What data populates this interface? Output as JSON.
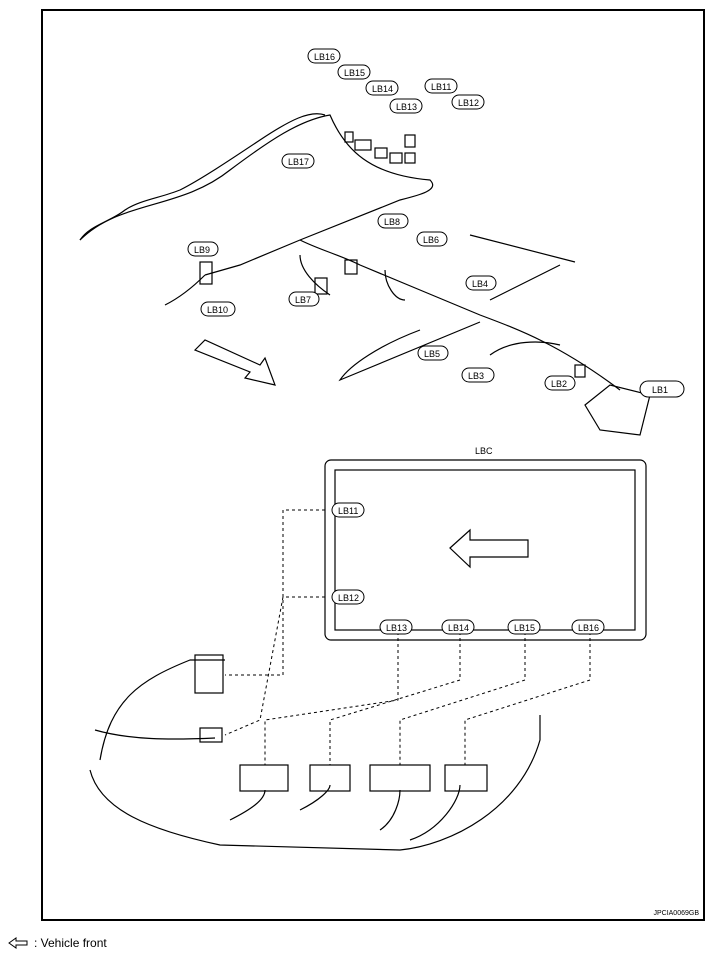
{
  "connectors": {
    "lb1": "LB1",
    "lb2": "LB2",
    "lb3": "LB3",
    "lb4": "LB4",
    "lb5": "LB5",
    "lb6": "LB6",
    "lb7": "LB7",
    "lb8": "LB8",
    "lb9": "LB9",
    "lb10": "LB10",
    "lb11": "LB11",
    "lb12": "LB12",
    "lb13": "LB13",
    "lb14": "LB14",
    "lb15": "LB15",
    "lb16": "LB16",
    "lb17": "LB17"
  },
  "detail": {
    "title": "LBC",
    "lb11": "LB11",
    "lb12": "LB12",
    "lb13": "LB13",
    "lb14": "LB14",
    "lb15": "LB15",
    "lb16": "LB16"
  },
  "figure_code": "JPCIA0069GB",
  "legend": {
    "text": ": Vehicle front",
    "icon": "left-arrow-icon"
  }
}
